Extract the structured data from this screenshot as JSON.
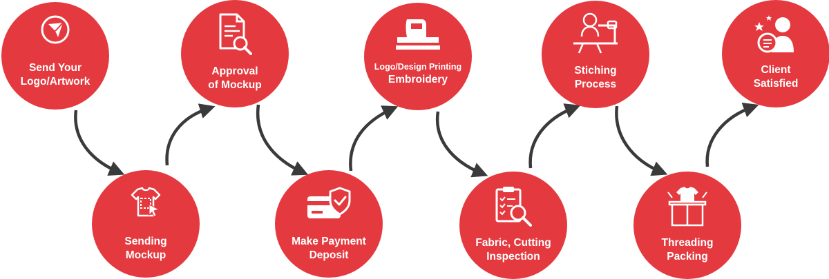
{
  "steps": [
    {
      "line1": "Send Your",
      "line2": "Logo/Artwork",
      "icon": "send-icon"
    },
    {
      "line1": "Sending",
      "line2": "Mockup",
      "icon": "tshirt-mockup-icon"
    },
    {
      "line1": "Approval",
      "line2": "of Mockup",
      "icon": "document-search-icon"
    },
    {
      "line1": "Make Payment",
      "line2": "Deposit",
      "icon": "payment-shield-icon"
    },
    {
      "line1": "Logo/Design Printing",
      "line2": "Embroidery",
      "icon": "embroidery-machine-icon"
    },
    {
      "line1": "Fabric, Cutting",
      "line2": "Inspection",
      "icon": "clipboard-inspection-icon"
    },
    {
      "line1": "Stiching",
      "line2": "Process",
      "icon": "sewing-worker-icon"
    },
    {
      "line1": "Threading",
      "line2": "Packing",
      "icon": "packing-box-icon"
    },
    {
      "line1": "Client",
      "line2": "Satisfied",
      "icon": "satisfied-client-icon"
    }
  ],
  "colors": {
    "accent": "#e4393f",
    "arrow": "#3a3a3a",
    "icon": "#ffffff"
  }
}
